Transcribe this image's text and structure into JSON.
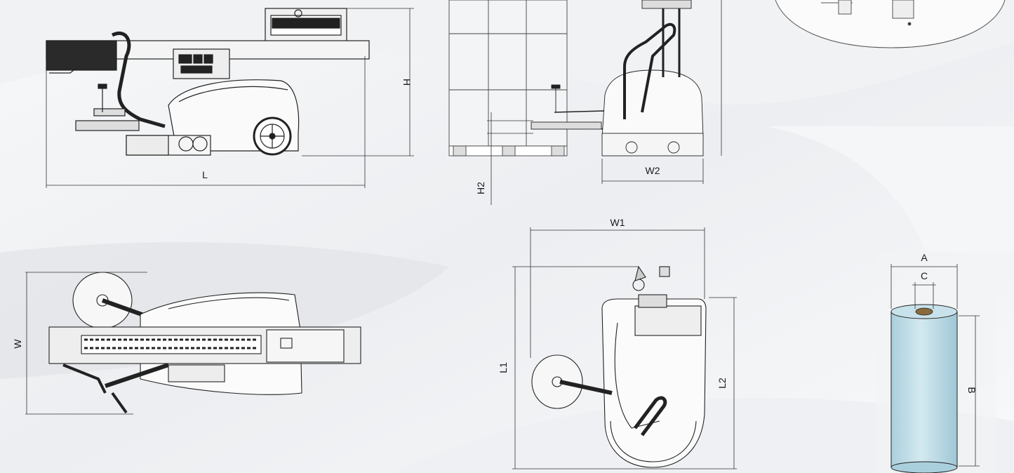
{
  "dimension_labels": {
    "L": "L",
    "H": "H",
    "W": "W",
    "H2": "H2",
    "W2": "W2",
    "W1": "W1",
    "L1": "L1",
    "L2": "L2",
    "A": "A",
    "B": "B",
    "C": "C"
  },
  "colors": {
    "background_light": "#f4f5f7",
    "background_swoosh": "#e4e6ea",
    "line": "#222222",
    "film_roll": "#bfdce6"
  }
}
